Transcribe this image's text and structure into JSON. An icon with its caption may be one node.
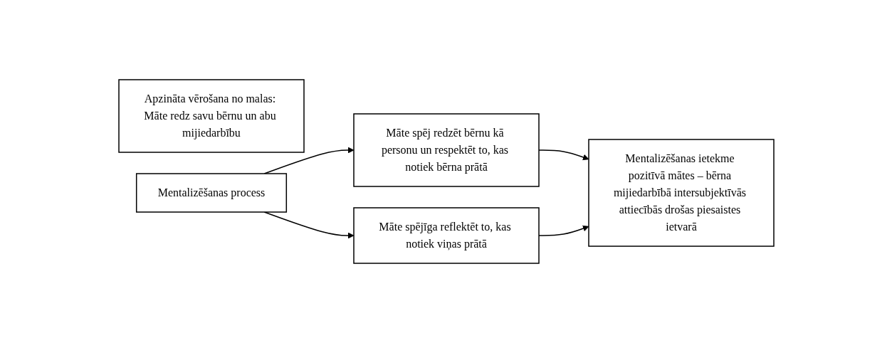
{
  "diagram": {
    "nodes": [
      {
        "text": [
          "Apzināta vērošana no malas: Māte redz savu bērnu un abu mijiedarbību"
        ]
      },
      {
        "text": [
          "Mentalizēšanas process"
        ]
      },
      {
        "text": [
          "Māte spēj redzēt bērnu kā personu un respektēt to, kas notiek bērna prātā"
        ]
      },
      {
        "text": [
          "Māte spējīga reflektēt to, kas notiek viņas prātā"
        ]
      },
      {
        "text": [
          "Mentalizēšanas ietekme pozitīvā mātes – bērna mijiedarbībā intersubjektīvās attiecībās drošas piesaistes ietvarā"
        ]
      }
    ],
    "edges": [
      {
        "from": 1,
        "to": 2,
        "arrow": "to"
      },
      {
        "from": 1,
        "to": 3,
        "arrow": "to"
      },
      {
        "from": 2,
        "to": 4,
        "arrow": "to"
      },
      {
        "from": 3,
        "to": 4,
        "arrow": "to"
      }
    ]
  }
}
